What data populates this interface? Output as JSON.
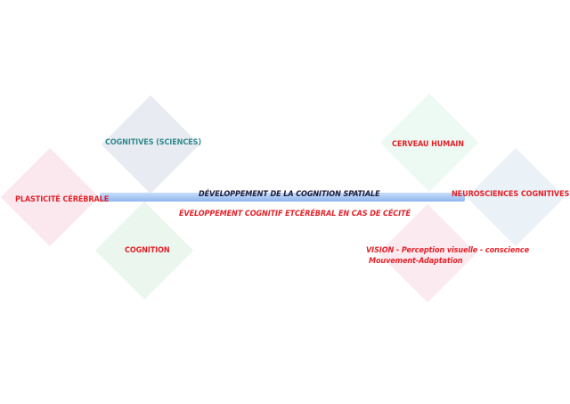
{
  "diagram": {
    "timeline_title": "DÉVELOPPEMENT DE LA COGNITION SPATIALE",
    "timeline_subtitle": "ÉVELOPPEMENT COGNITIF ETCÉRÉBRAL EN CAS DE CÉCITÉ",
    "nodes": {
      "cognitives": "COGNITIVES (SCIENCES)",
      "plasticite": "PLASTICITÉ CÉRÉBRALE",
      "cognition": "COGNITION",
      "cerveau": "CERVEAU HUMAIN",
      "neurosciences": "NEUROSCIENCES COGNITIVES",
      "vision_line1": "VISION - Perception visuelle - conscience",
      "vision_line2": "Mouvement-Adaptation"
    },
    "colors": {
      "teal": "#2f8a8c",
      "red": "#e2232a",
      "timeline_bar": "#a9c8f4"
    }
  }
}
